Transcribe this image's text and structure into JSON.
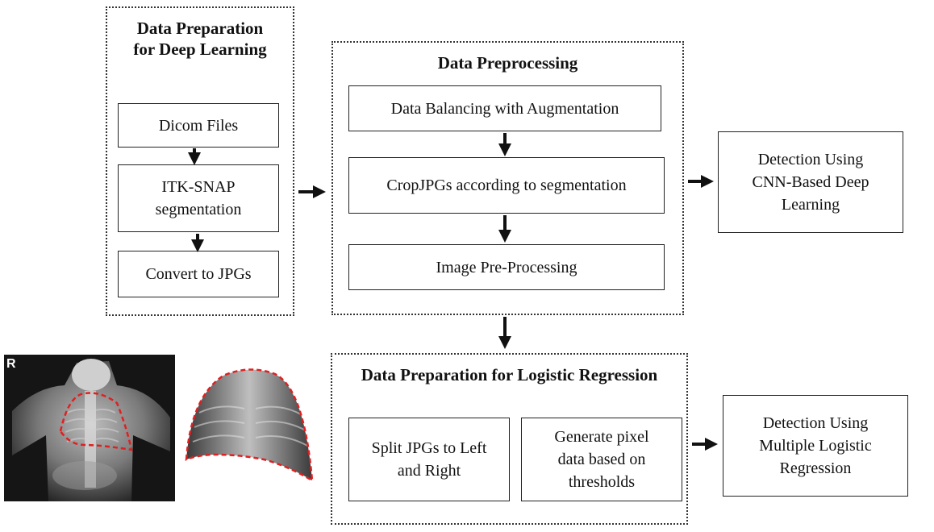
{
  "groups": {
    "deep_learning_prep": {
      "title": "Data Preparation\nfor Deep Learning",
      "steps": [
        "Dicom Files",
        "ITK-SNAP\nsegmentation",
        "Convert to JPGs"
      ]
    },
    "preprocessing": {
      "title": "Data Preprocessing",
      "steps": [
        "Data Balancing with Augmentation",
        "CropJPGs according to segmentation",
        "Image Pre-Processing"
      ]
    },
    "logistic_prep": {
      "title": "Data Preparation for Logistic Regression",
      "steps": [
        "Split JPGs to Left\nand Right",
        "Generate pixel\ndata based on\nthresholds"
      ]
    }
  },
  "outputs": {
    "cnn": "Detection Using\nCNN-Based Deep\nLearning",
    "logistic": "Detection Using\nMultiple Logistic\nRegression"
  },
  "image_label": "R",
  "colors": {
    "segmentation_outline": "#e02020",
    "arrow": "#111111"
  }
}
